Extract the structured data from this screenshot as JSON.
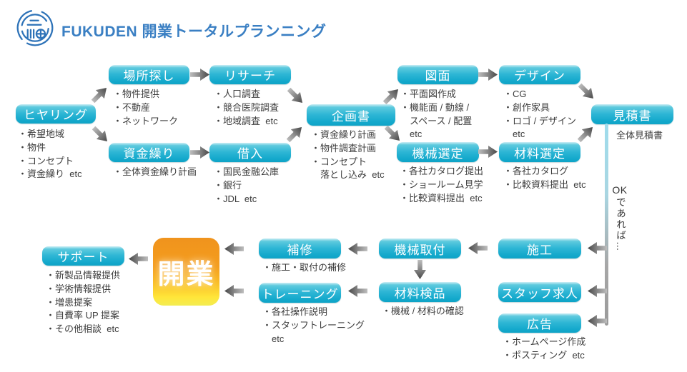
{
  "header": {
    "title": "FUKUDEN 開業トータルプランニング",
    "logo": "fukuden-circle-mark"
  },
  "nodes": {
    "hearing": {
      "label": "ヒヤリング",
      "bullets": [
        "・希望地域",
        "・物件",
        "・コンセプト",
        "・資金繰り  etc"
      ]
    },
    "place": {
      "label": "場所探し",
      "bullets": [
        "・物件提供",
        "・不動産",
        "・ネットワーク"
      ]
    },
    "research": {
      "label": "リサーチ",
      "bullets": [
        "・人口調査",
        "・競合医院調査",
        "・地域調査  etc"
      ]
    },
    "funding": {
      "label": "資金繰り",
      "bullets": [
        "・全体資金繰り計画"
      ]
    },
    "borrowing": {
      "label": "借入",
      "bullets": [
        "・国民金融公庫",
        "・銀行",
        "・JDL  etc"
      ]
    },
    "proposal": {
      "label": "企画書",
      "bullets": [
        "・資金繰り計画",
        "・物件調査計画",
        "・コンセプト",
        "　落とし込み  etc"
      ]
    },
    "drawing": {
      "label": "図面",
      "bullets": [
        "・平面図作成",
        "・機能面 / 動線 /",
        "　スペース / 配置",
        "　etc"
      ]
    },
    "design": {
      "label": "デザイン",
      "bullets": [
        "・CG",
        "・創作家具",
        "・ロゴ / デザイン",
        "　etc"
      ]
    },
    "machine_select": {
      "label": "機械選定",
      "bullets": [
        "・各社カタログ提出",
        "・ショールーム見学",
        "・比較資料提出  etc"
      ]
    },
    "material_select": {
      "label": "材料選定",
      "bullets": [
        "・各社カタログ",
        "・比較資料提出  etc"
      ]
    },
    "estimate": {
      "label": "見積書",
      "note": "全体見積書"
    },
    "construction": {
      "label": "施工"
    },
    "staff_recruit": {
      "label": "スタッフ求人"
    },
    "advertising": {
      "label": "広告",
      "bullets": [
        "・ホームページ作成",
        "・ポスティング  etc"
      ]
    },
    "machine_install": {
      "label": "機械取付"
    },
    "material_inspect": {
      "label": "材料検品",
      "bullets": [
        "・機械 / 材料の確認"
      ]
    },
    "repair": {
      "label": "補修",
      "bullets": [
        "・施工・取付の補修"
      ]
    },
    "training": {
      "label": "トレーニング",
      "bullets": [
        "・各社操作説明",
        "・スタッフトレーニング",
        "　etc"
      ]
    },
    "opening": {
      "label": "開業"
    },
    "support": {
      "label": "サポート",
      "bullets": [
        "・新製品情報提供",
        "・学術情報提供",
        "・増患提案",
        "・自費率 UP 提案",
        "・その他相談  etc"
      ]
    }
  },
  "flow": {
    "ok_prefix": "OK",
    "ok_text": "であれば…"
  },
  "colors": {
    "box_cyan_top": "#cceef5",
    "box_cyan_bottom": "#0fa3c6",
    "opening_orange": "#f49d1d",
    "opening_yellow": "#ffe63a",
    "title_blue": "#3a7fc3",
    "arrow_gray": "#474747"
  }
}
